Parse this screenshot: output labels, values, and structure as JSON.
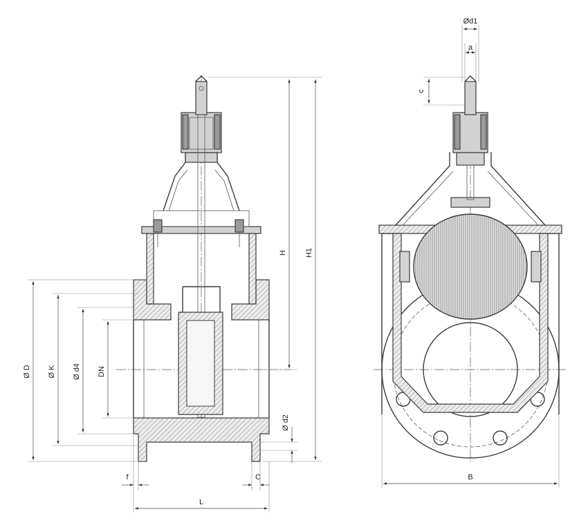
{
  "labels": {
    "d1": "Ød1",
    "a": "a",
    "c": "c",
    "H": "H",
    "H1": "H1",
    "D": "Ø D",
    "K": "Ø K",
    "d4": "Ø d4",
    "DN": "DN",
    "d2": "Ø d2",
    "f": "f",
    "C": "C",
    "L": "L",
    "B": "B"
  }
}
